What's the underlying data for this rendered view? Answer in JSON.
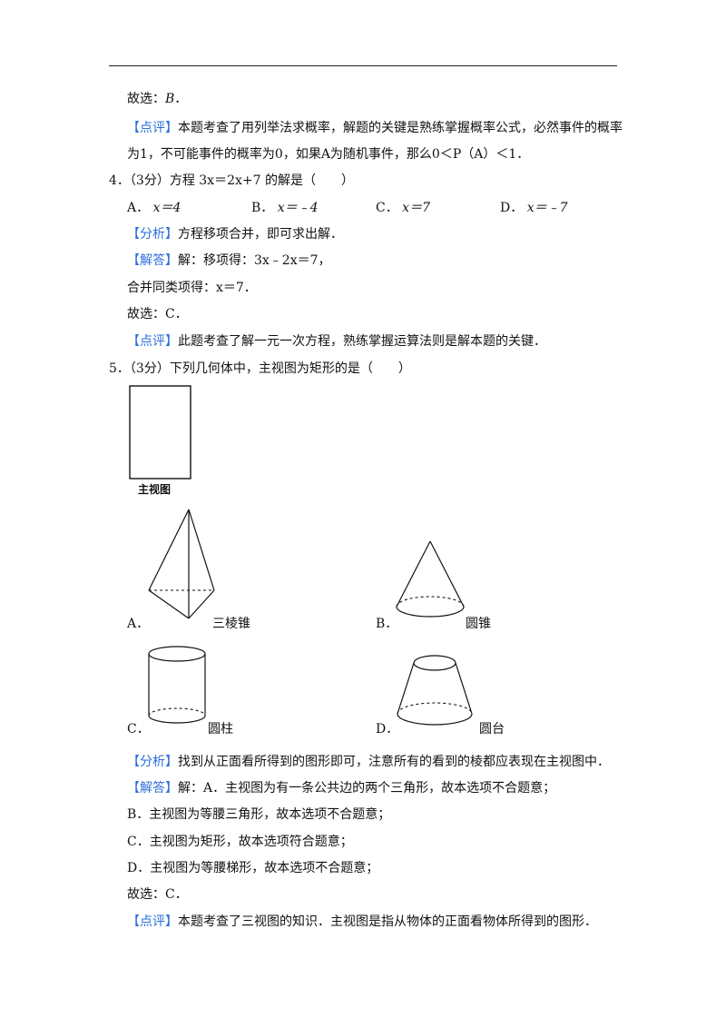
{
  "prev": {
    "answer_prefix": "故选：",
    "answer_letter": "B",
    "answer_suffix": "．",
    "comment_tag": "【点评】",
    "comment_line1": "本题考查了用列举法求概率，解题的关键是熟练掌握概率公式，必然事件的概率",
    "comment_line2": "为1，不可能事件的概率为0，如果A为随机事件，那么0＜P（A）＜1．"
  },
  "q4": {
    "number": "4．",
    "stem": "（3分）方程 3x＝2x+7 的解是（　　）",
    "options": [
      {
        "letter": "A．",
        "text": "x＝4"
      },
      {
        "letter": "B．",
        "text": "x＝﹣4"
      },
      {
        "letter": "C．",
        "text": "x＝7"
      },
      {
        "letter": "D．",
        "text": "x＝﹣7"
      }
    ],
    "analysis_tag": "【分析】",
    "analysis": "方程移项合并，即可求出解．",
    "solution_tag": "【解答】",
    "solution_line1": "解：移项得：3x﹣2x＝7，",
    "solution_line2": "合并同类项得：x＝7．",
    "answer": "故选：C．",
    "comment_tag": "【点评】",
    "comment": "此题考查了解一元一次方程，熟练掌握运算法则是解本题的关键．"
  },
  "q5": {
    "number": "5．",
    "stem": "（3分）下列几何体中，主视图为矩形的是（　　）",
    "front_view_label": "主视图",
    "options": [
      {
        "letter": "A．",
        "name": "三棱锥"
      },
      {
        "letter": "B．",
        "name": "圆锥"
      },
      {
        "letter": "C．",
        "name": "圆柱"
      },
      {
        "letter": "D．",
        "name": "圆台"
      }
    ],
    "analysis_tag": "【分析】",
    "analysis": "找到从正面看所得到的图形即可，注意所有的看到的棱都应表现在主视图中．",
    "solution_tag": "【解答】",
    "solution_line1": "解：A．主视图为有一条公共边的两个三角形，故本选项不合题意；",
    "solution_line2": "B．主视图为等腰三角形，故本选项不合题意；",
    "solution_line3": "C．主视图为矩形，故本选项符合题意；",
    "solution_line4": "D．主视图为等腰梯形，故本选项不合题意；",
    "answer": "故选：C．",
    "comment_tag": "【点评】",
    "comment": "本题考查了三视图的知识．主视图是指从物体的正面看物体所得到的图形．"
  }
}
